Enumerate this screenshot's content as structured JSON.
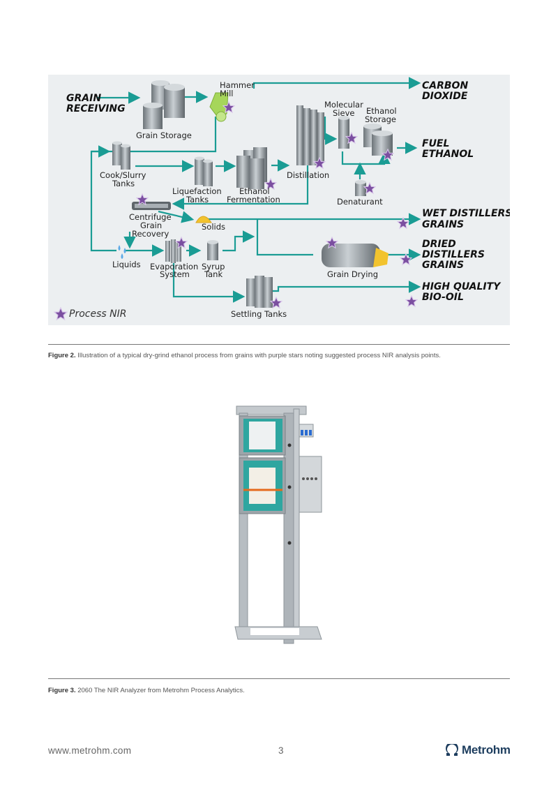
{
  "diagram": {
    "outputs": {
      "carbon_dioxide": [
        "CARBON",
        "DIOXIDE"
      ],
      "fuel_ethanol": [
        "FUEL",
        "ETHANOL"
      ],
      "wet_distillers": [
        "WET DISTILLERS",
        "GRAINS"
      ],
      "dried_distillers": [
        "DRIED",
        "DISTILLERS",
        "GRAINS"
      ],
      "bio_oil": [
        "HIGH QUALITY",
        "BIO-OIL"
      ]
    },
    "grain_receiving": [
      "GRAIN",
      "RECEIVING"
    ],
    "labels": {
      "grain_storage": "Grain Storage",
      "hammer_mill": [
        "Hammer",
        "Mill"
      ],
      "cook_slurry": [
        "Cook/Slurry",
        "Tanks"
      ],
      "liquefaction": [
        "Liquefaction",
        "Tanks"
      ],
      "fermentation": [
        "Ethanol",
        "Fermentation"
      ],
      "distillation": "Distillation",
      "molecular_sieve": [
        "Molecular",
        "Sieve"
      ],
      "ethanol_storage": [
        "Ethanol",
        "Storage"
      ],
      "denaturant": "Denaturant",
      "centrifuge": [
        "Centrifuge",
        "Grain",
        "Recovery"
      ],
      "solids": "Solids",
      "liquids": "Liquids",
      "evaporation": [
        "Evaporation",
        "System"
      ],
      "syrup_tank": [
        "Syrup",
        "Tank"
      ],
      "grain_drying": "Grain Drying",
      "settling_tanks": "Settling Tanks"
    },
    "legend": "Process NIR",
    "colors": {
      "arrow": "#1a9c94",
      "star": "#7b4fa0",
      "tank": "#9aa2a8",
      "solid": "#f2c32e",
      "hammer": "#a6d65a"
    }
  },
  "figure2_caption": {
    "label": "Figure 2.",
    "text": "Illustration of a typical dry-grind ethanol process from grains with purple stars noting suggested process NIR analysis points."
  },
  "figure3_caption": {
    "label": "Figure 3.",
    "text": "2060 The NIR Analyzer from Metrohm Process Analytics."
  },
  "footer": {
    "url": "www.metrohm.com",
    "page": "3",
    "brand": "Metrohm"
  }
}
